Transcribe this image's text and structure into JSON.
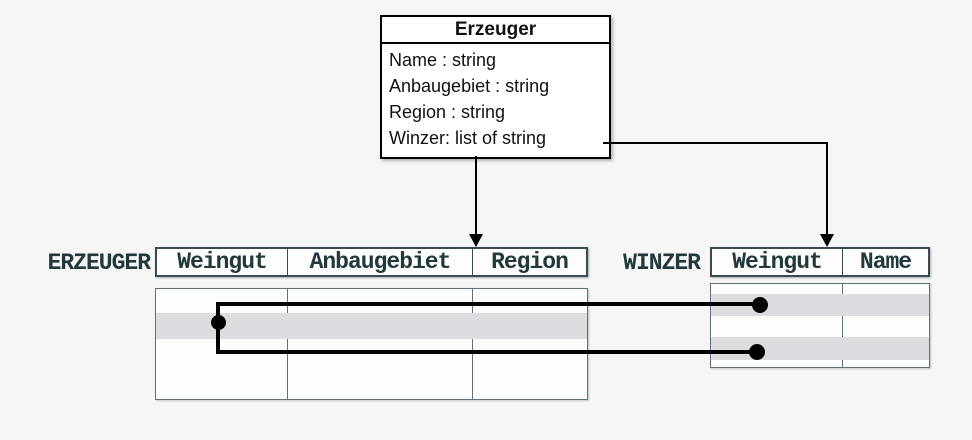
{
  "class_box": {
    "title": "Erzeuger",
    "attributes": [
      "Name : string",
      "Anbaugebiet : string",
      "Region : string",
      "Winzer: list of string"
    ]
  },
  "erzeuger_table": {
    "label": "ERZEUGER",
    "columns": [
      "Weingut",
      "Anbaugebiet",
      "Region"
    ],
    "highlighted_row_count": 1
  },
  "winzer_table": {
    "label": "WINZER",
    "columns": [
      "Weingut",
      "Name"
    ],
    "highlighted_row_count": 2
  },
  "theme": {
    "bg": "#f6f6f7",
    "surface": "#fdfdfd",
    "border-dark": "#3a4a4e",
    "grid": "#60707a",
    "header-text": "#22383b",
    "band": "#dcdde1",
    "line": "#000000",
    "class-bg": "#ffffff",
    "class-border": "#000000",
    "class-text": "#111111"
  }
}
